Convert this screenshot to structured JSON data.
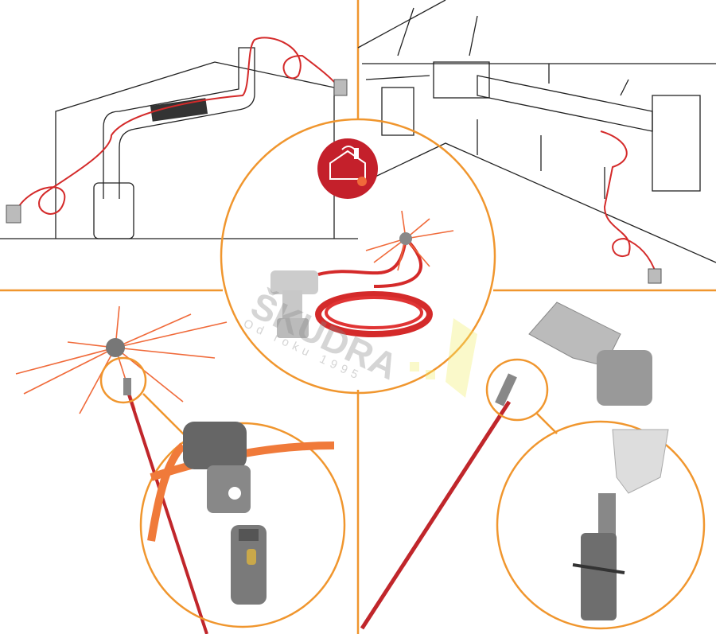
{
  "watermark": {
    "brand": "ŠKUDRA",
    "tagline": "Od roku 1995"
  },
  "colors": {
    "accent": "#f0962e",
    "cable": "#d42a2a",
    "badge": "#c4202b",
    "bristle": "#f06a3a"
  },
  "panels": [
    {
      "name": "house-chimney-scene"
    },
    {
      "name": "ventilation-ducts-scene"
    },
    {
      "name": "brush-connector-detail"
    },
    {
      "name": "drill-connector-detail"
    }
  ]
}
